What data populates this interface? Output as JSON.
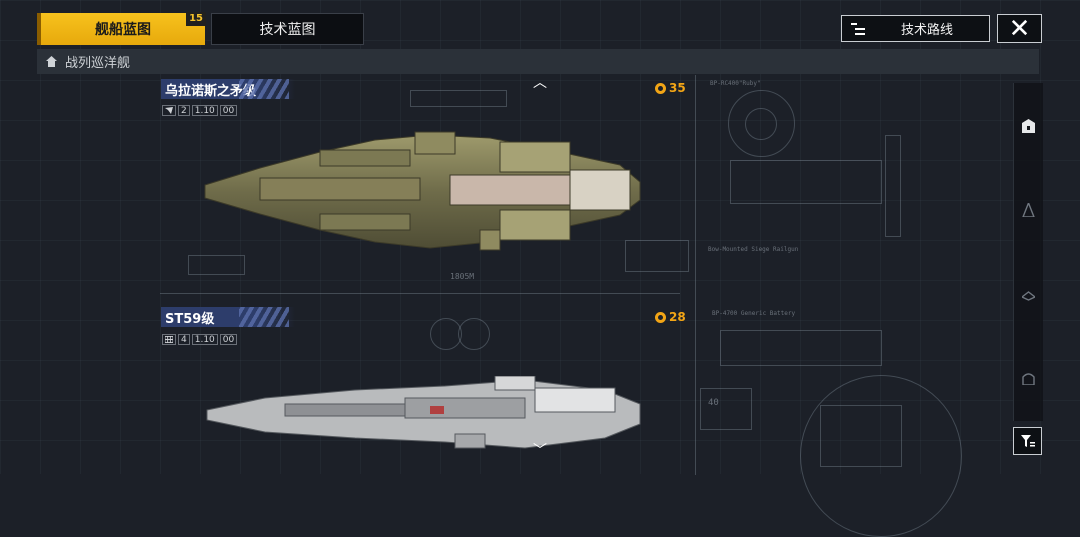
{
  "tabs": {
    "ship_blueprint": "舰船蓝图",
    "ship_badge": "15",
    "tech_blueprint": "技术蓝图"
  },
  "tech_route": {
    "label": "技术路线",
    "icon": "tree-list-icon"
  },
  "close": {
    "label": "✕",
    "icon": "close-icon"
  },
  "category": {
    "label": "战列巡洋舰",
    "icon": "home-icon"
  },
  "ships": [
    {
      "name": "乌拉诺斯之矛级",
      "tier_icon": "ship-class-icon",
      "tier": "2",
      "version": "1.10",
      "extra": "00",
      "cost": "35",
      "cost_icon": "coin-icon"
    },
    {
      "name": "ST59级",
      "tier_icon": "grid-class-icon",
      "tier": "4",
      "version": "1.10",
      "extra": "00",
      "cost": "28",
      "cost_icon": "coin-icon"
    }
  ],
  "blueprint_labels": {
    "ship1_code": "BP-RC400\"Ruby\"",
    "railgun": "Bow-Mounted Siege Railgun",
    "length": "1805M",
    "ship2_code": "BP-4700 Generic Battery",
    "num40": "40"
  },
  "colors": {
    "accent": "#f7c21d",
    "cost": "#f2a516",
    "name_tag": "#2d3d6b"
  }
}
